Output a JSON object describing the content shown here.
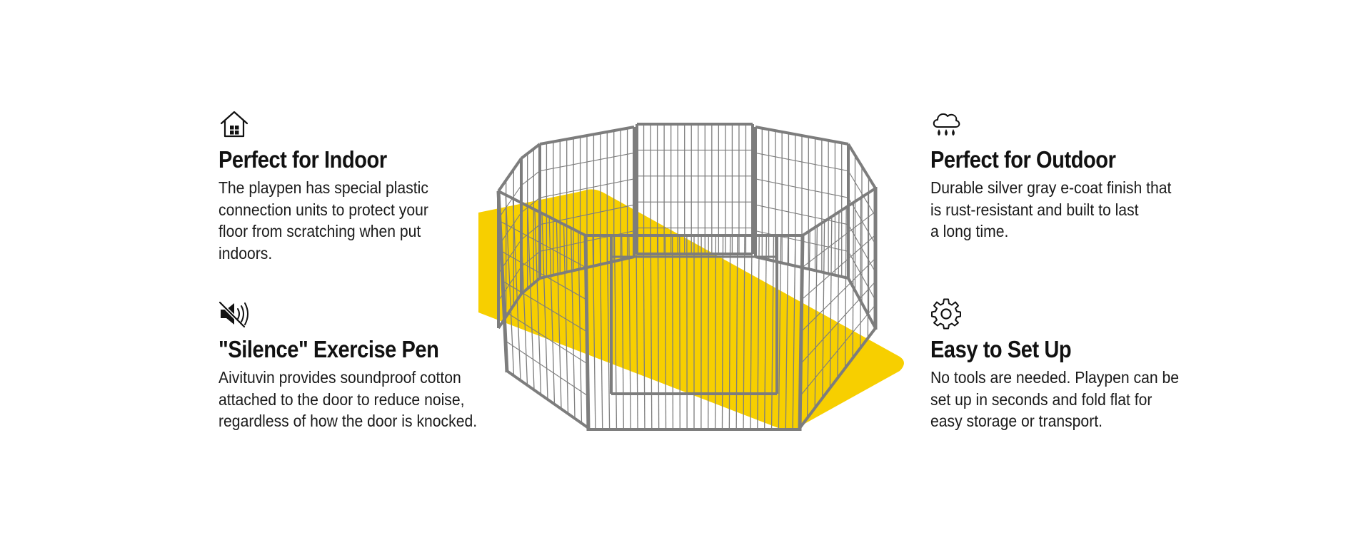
{
  "features": {
    "indoor": {
      "icon": "house-icon",
      "title": "Perfect for Indoor",
      "desc_lines": [
        "The playpen has special plastic",
        "connection units to protect your",
        "floor from scratching when put",
        "indoors."
      ]
    },
    "silence": {
      "icon": "muted-speaker-icon",
      "title": "\"Silence\" Exercise Pen",
      "desc_lines": [
        "Aivituvin provides soundproof cotton",
        "attached to the door to reduce noise,",
        "regardless of how the door is knocked."
      ]
    },
    "outdoor": {
      "icon": "rain-cloud-icon",
      "title": "Perfect for Outdoor",
      "desc_lines": [
        "Durable silver gray e-coat finish that",
        "is rust-resistant and built to last",
        "a long time."
      ]
    },
    "setup": {
      "icon": "gear-icon",
      "title": "Easy to Set Up",
      "desc_lines": [
        "No tools are needed. Playpen can be",
        "set up in seconds and fold flat for",
        "easy storage or transport."
      ]
    }
  },
  "colors": {
    "accent": "#F7CF00",
    "metal": "#7d7d7d"
  }
}
